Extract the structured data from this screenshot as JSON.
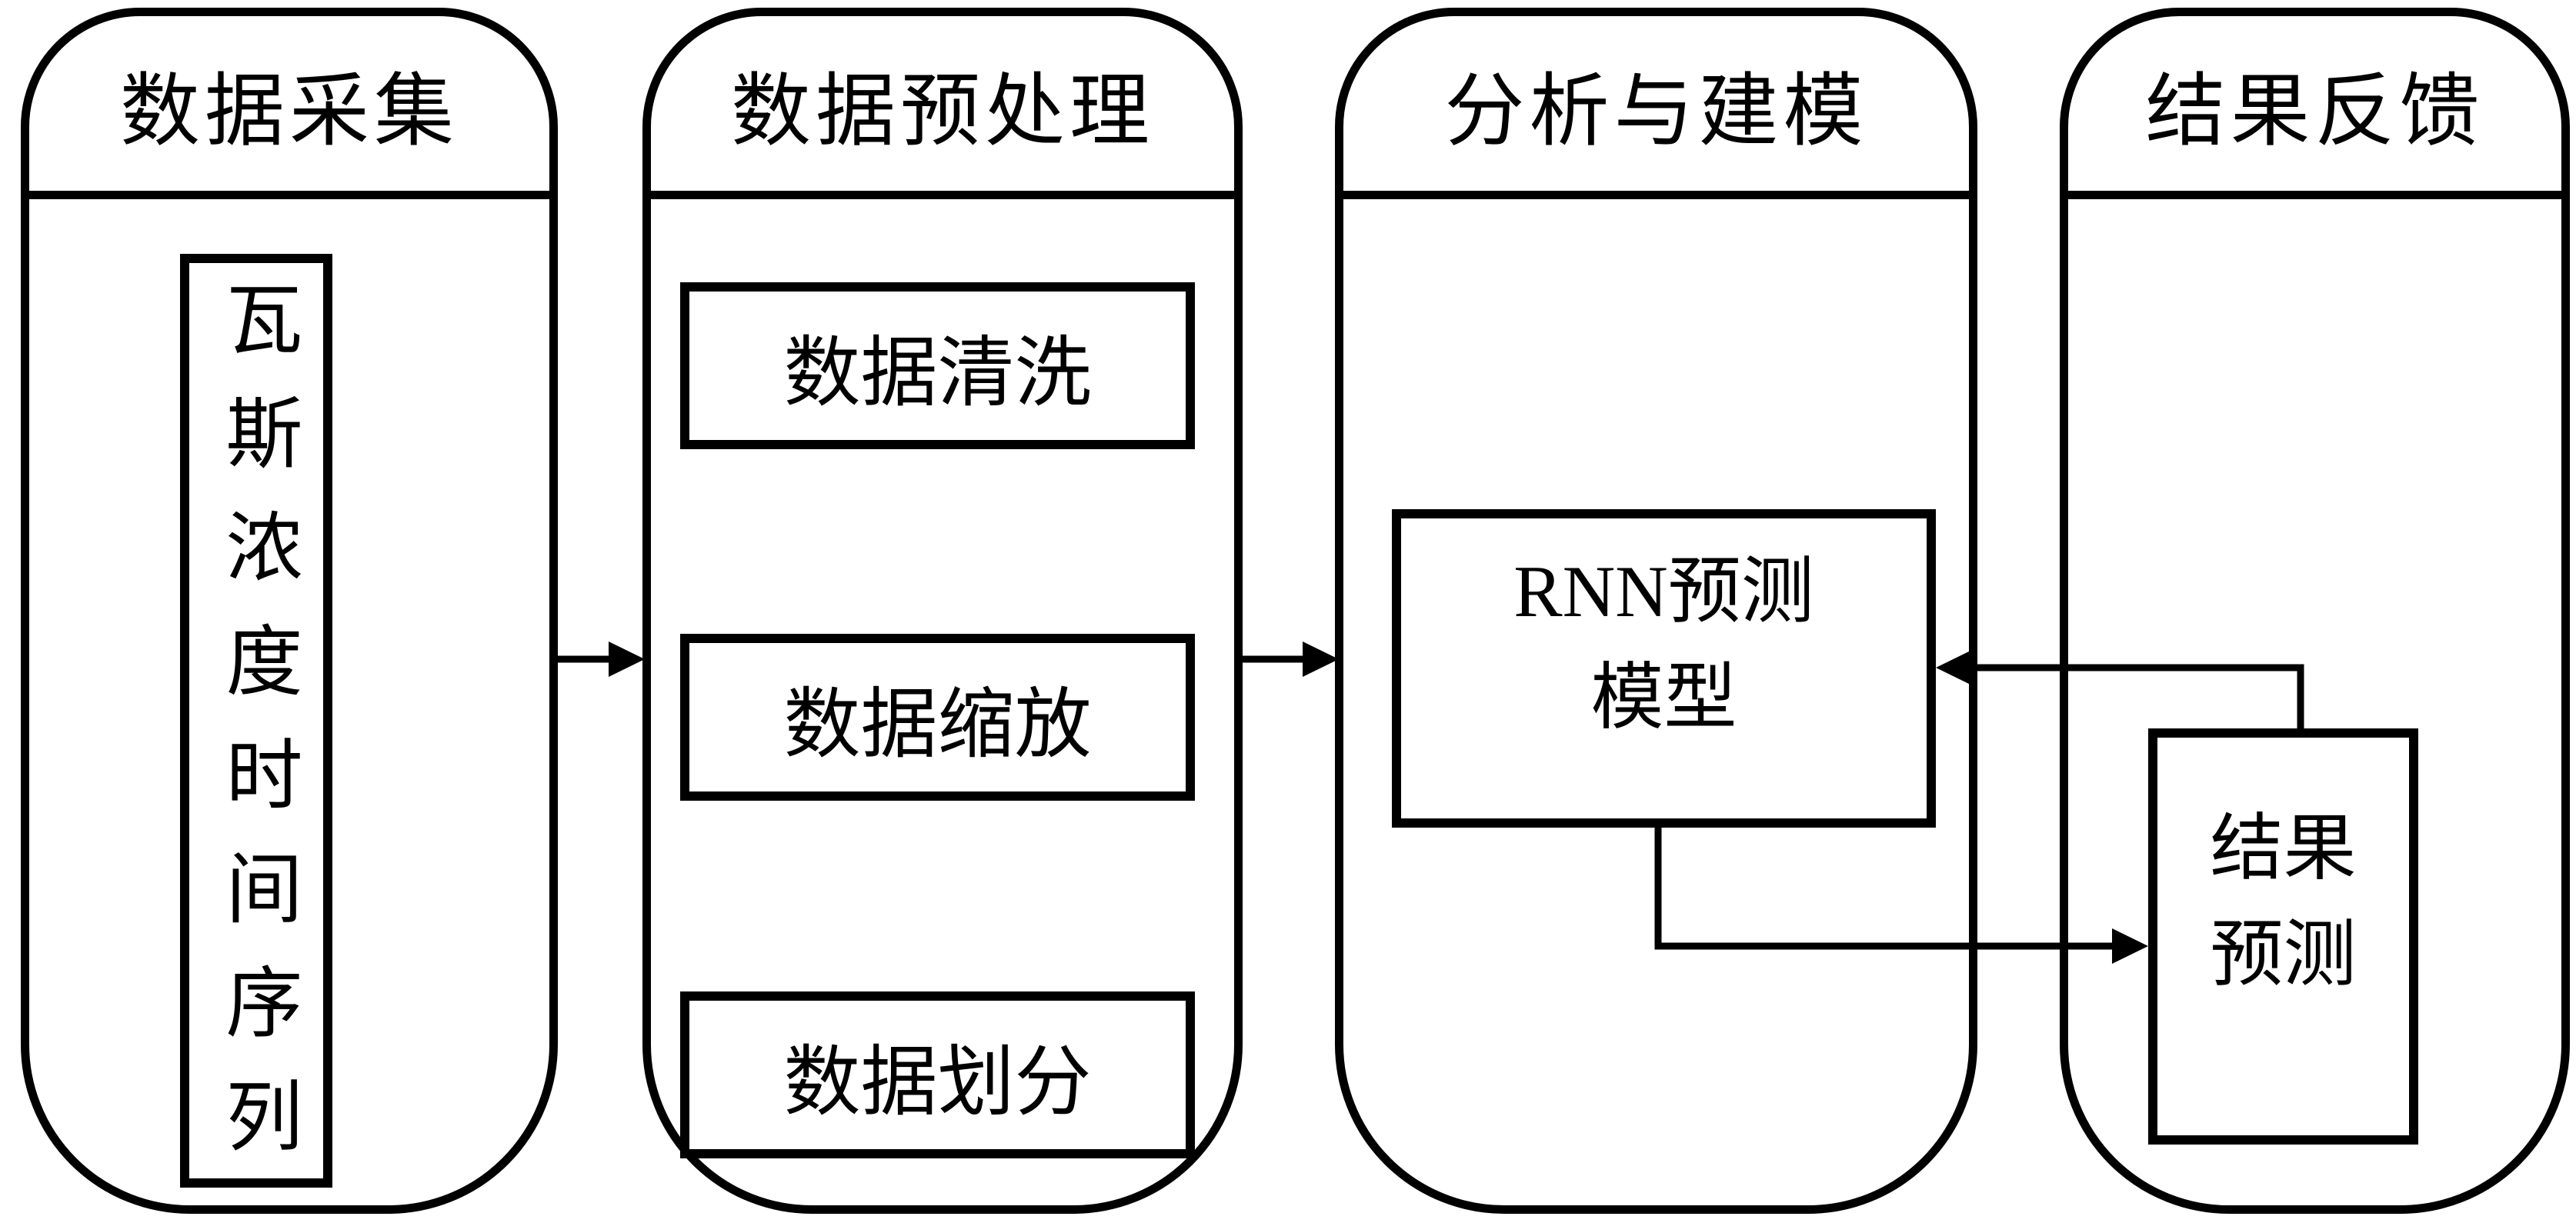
{
  "diagram": {
    "background_color": "#ffffff",
    "line_color": "#000000",
    "stages": [
      {
        "title": "数据采集"
      },
      {
        "title": "数据预处理"
      },
      {
        "title": "分析与建模"
      },
      {
        "title": "结果反馈"
      }
    ],
    "nodes": {
      "gas_series": {
        "label": "瓦斯浓度时间序列"
      },
      "data_cleaning": {
        "label": "数据清洗"
      },
      "data_scaling": {
        "label": "数据缩放"
      },
      "data_splitting": {
        "label": "数据划分"
      },
      "rnn_model": {
        "lines": [
          "RNN预测",
          "模型"
        ]
      },
      "result_prediction": {
        "lines": [
          "结果",
          "预测"
        ]
      }
    },
    "connectors": [
      {
        "from": "data-collection",
        "to": "data-preprocessing"
      },
      {
        "from": "data-preprocessing",
        "to": "analysis-modeling"
      },
      {
        "from": "result-prediction",
        "to": "rnn-model"
      },
      {
        "from": "rnn-model",
        "to": "result-prediction"
      }
    ]
  }
}
